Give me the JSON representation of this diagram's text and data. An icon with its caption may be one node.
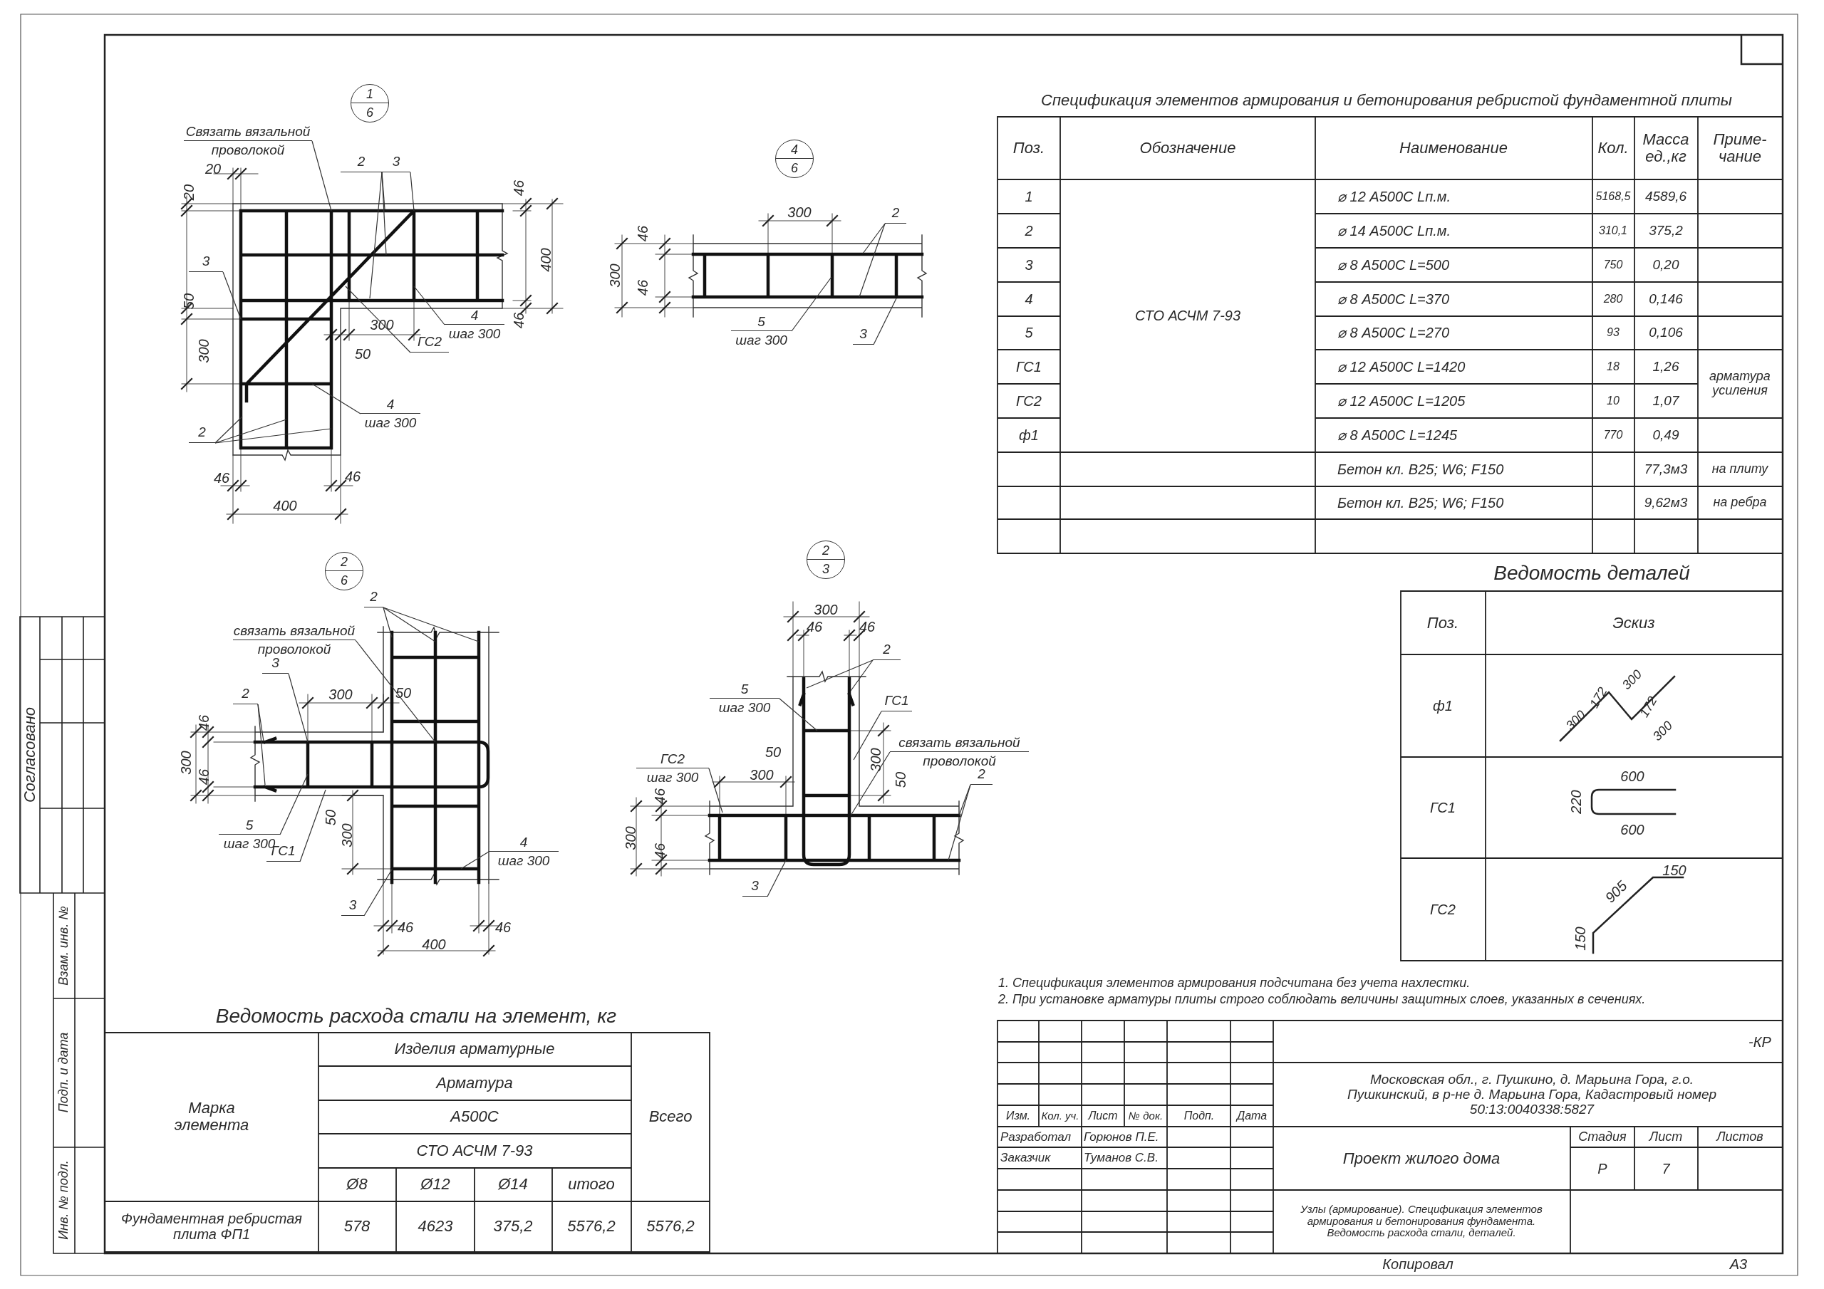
{
  "diagram": {
    "nodes": [
      {
        "text": [
          "1",
          "6"
        ]
      },
      {
        "text": [
          "Связать вязальной проволокой"
        ]
      },
      {
        "text": [
          "2"
        ]
      },
      {
        "text": [
          "3"
        ]
      },
      {
        "text": [
          "3"
        ]
      },
      {
        "text": [
          "4",
          "шаг 300"
        ]
      },
      {
        "text": [
          "ГС2"
        ]
      },
      {
        "text": [
          "4",
          "шаг 300"
        ]
      },
      {
        "text": [
          "2"
        ]
      },
      {
        "text": [
          "4",
          "6"
        ]
      },
      {
        "text": [
          "2"
        ]
      },
      {
        "text": [
          "5",
          "шаг 300"
        ]
      },
      {
        "text": [
          "3"
        ]
      },
      {
        "text": [
          "2",
          "6"
        ]
      },
      {
        "text": [
          "2"
        ]
      },
      {
        "text": [
          "связать вязальной проволокой"
        ]
      },
      {
        "text": [
          "3"
        ]
      },
      {
        "text": [
          "2"
        ]
      },
      {
        "text": [
          "5",
          "шаг 300"
        ]
      },
      {
        "text": [
          "ГС1"
        ]
      },
      {
        "text": [
          "4",
          "шаг 300"
        ]
      },
      {
        "text": [
          "3"
        ]
      },
      {
        "text": [
          "2",
          "3"
        ]
      },
      {
        "text": [
          "5",
          "шаг 300"
        ]
      },
      {
        "text": [
          "2"
        ]
      },
      {
        "text": [
          "ГС1"
        ]
      },
      {
        "text": [
          "связать вязальной проволокой"
        ]
      },
      {
        "text": [
          "ГС2",
          "шаг 300"
        ]
      },
      {
        "text": [
          "2"
        ]
      },
      {
        "text": [
          "3"
        ]
      }
    ],
    "edges": [
      {
        "from": 1,
        "to": null,
        "arrow": "none"
      },
      {
        "from": 2,
        "to": null,
        "arrow": "none"
      },
      {
        "from": 2,
        "to": null,
        "arrow": "none"
      },
      {
        "from": 2,
        "to": null,
        "arrow": "none"
      },
      {
        "from": 3,
        "to": null,
        "arrow": "none"
      },
      {
        "from": 4,
        "to": null,
        "arrow": "none"
      },
      {
        "from": 5,
        "to": null,
        "arrow": "none"
      },
      {
        "from": 6,
        "to": null,
        "arrow": "none"
      },
      {
        "from": 7,
        "to": null,
        "arrow": "none"
      },
      {
        "from": 8,
        "to": null,
        "arrow": "none"
      },
      {
        "from": 8,
        "to": null,
        "arrow": "none"
      },
      {
        "from": 8,
        "to": null,
        "arrow": "none"
      },
      {
        "from": 10,
        "to": null,
        "arrow": "none"
      },
      {
        "from": 10,
        "to": null,
        "arrow": "none"
      },
      {
        "from": 11,
        "to": null,
        "arrow": "none"
      },
      {
        "from": 12,
        "to": null,
        "arrow": "none"
      },
      {
        "from": 14,
        "to": null,
        "arrow": "none"
      },
      {
        "from": 14,
        "to": null,
        "arrow": "none"
      },
      {
        "from": 14,
        "to": null,
        "arrow": "none"
      },
      {
        "from": 15,
        "to": null,
        "arrow": "none"
      },
      {
        "from": 16,
        "to": null,
        "arrow": "none"
      },
      {
        "from": 17,
        "to": null,
        "arrow": "none"
      },
      {
        "from": 17,
        "to": null,
        "arrow": "none"
      },
      {
        "from": 18,
        "to": null,
        "arrow": "none"
      },
      {
        "from": 19,
        "to": null,
        "arrow": "none"
      },
      {
        "from": 20,
        "to": null,
        "arrow": "none"
      },
      {
        "from": 21,
        "to": null,
        "arrow": "none"
      },
      {
        "from": 23,
        "to": null,
        "arrow": "none"
      },
      {
        "from": 24,
        "to": null,
        "arrow": "none"
      },
      {
        "from": 24,
        "to": null,
        "arrow": "none"
      },
      {
        "from": 25,
        "to": null,
        "arrow": "none"
      },
      {
        "from": 26,
        "to": null,
        "arrow": "none"
      },
      {
        "from": 27,
        "to": null,
        "arrow": "none"
      },
      {
        "from": 28,
        "to": null,
        "arrow": "none"
      },
      {
        "from": 28,
        "to": null,
        "arrow": "none"
      },
      {
        "from": 29,
        "to": null,
        "arrow": "none"
      }
    ],
    "labels": [
      "20",
      "20",
      "46",
      "400",
      "46",
      "50",
      "300",
      "300",
      "50",
      "46",
      "46",
      "400",
      "300",
      "46",
      "300",
      "46",
      "Спецификация элементов армирования и бетонирования ребристой фундаментной плиты",
      "Поз.",
      "Обозначение",
      "Наименование",
      "Кол.",
      "Масса ед.,кг",
      "Приме- чание",
      "1",
      "СТО АСЧМ 7-93",
      "⌀ 12 А500С Lп.м.",
      "5168,5",
      "4589,6",
      "2",
      "⌀ 14 А500С Lп.м.",
      "310,1",
      "375,2",
      "3",
      "⌀ 8 А500С L=500",
      "750",
      "0,20",
      "4",
      "⌀ 8 А500С L=370",
      "280",
      "0,146",
      "5",
      "⌀ 8 А500С L=270",
      "93",
      "0,106",
      "ГС1",
      "⌀ 12 А500С L=1420",
      "18",
      "1,26",
      "арматура усиления",
      "ГС2",
      "⌀ 12 А500С L=1205",
      "10",
      "1,07",
      "ф1",
      "⌀ 8 А500С L=1245",
      "770",
      "0,49",
      "Бетон кл. B25; W6; F150",
      "77,3м3",
      "на плиту",
      "Бетон кл. B25; W6; F150",
      "9,62м3",
      "на ребра",
      "Ведомость деталей",
      "Поз.",
      "Эскиз",
      "ф1",
      "300",
      "172",
      "300",
      "172",
      "300",
      "ГС1",
      "600",
      "220",
      "600",
      "ГС2",
      "150",
      "905",
      "150",
      "300",
      "50",
      "46",
      "300",
      "46",
      "50",
      "300",
      "46",
      "46",
      "400",
      "300",
      "46",
      "46",
      "50",
      "300",
      "300",
      "50",
      "46",
      "300",
      "46",
      "1. Спецификация элементов армирования подсчитана без учета нахлестки.",
      "2. При установке арматуры плиты строго соблюдать величины защитных слоев, указанных в сечениях.",
      "Ведомость расхода стали на элемент, кг",
      "Марка элемента",
      "Изделия арматурные",
      "Всего",
      "Арматура",
      "А500С",
      "СТО АСЧМ 7-93",
      "Ø8",
      "Ø12",
      "Ø14",
      "итого",
      "Фундаментная ребристая плита ФП1",
      "578",
      "4623",
      "375,2",
      "5576,2",
      "5576,2",
      "-КР",
      "Московская обл., г. Пушкино, д. Марьина Гора, г.о. Пушкинский, в р-не д. Марьина Гора, Кадастровый номер 50:13:0040338:5827",
      "Изм.",
      "Кол. уч.",
      "Лист",
      "№ док.",
      "Подп.",
      "Дата",
      "Разработал",
      "Горюнов П.Е.",
      "Проект жилого дома",
      "Стадия",
      "Лист",
      "Листов",
      "Заказчик",
      "Туманов С.В.",
      "Р",
      "7",
      "Узлы (армирование). Спецификация элементов армирования и бетонирования фундамента. Ведомость расхода стали, деталей.",
      "Копировал",
      "А3",
      "Согласовано",
      "Взам. инв. №",
      "Подп. и дата",
      "Инв. № подл."
    ]
  }
}
